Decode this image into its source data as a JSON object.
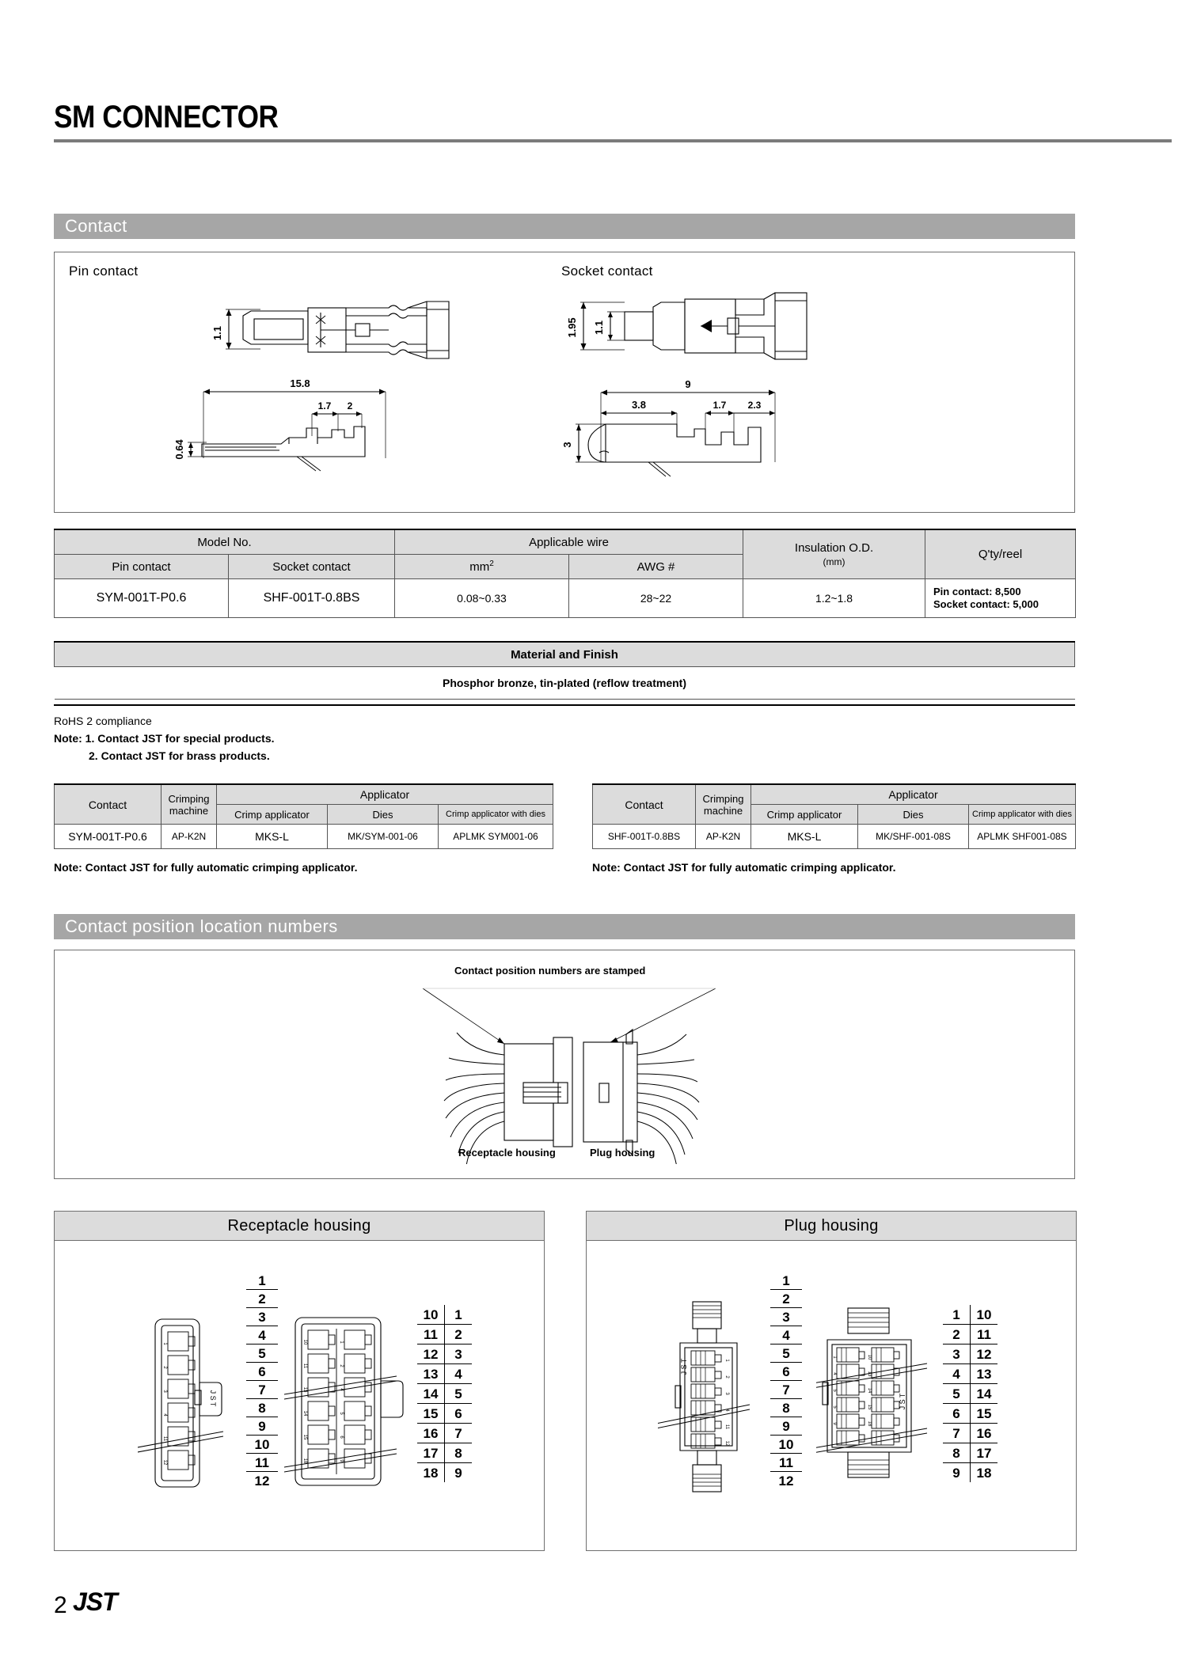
{
  "page": {
    "title": "SM CONNECTOR",
    "footer_page_number": "2",
    "footer_logo": "JST"
  },
  "contact_section": {
    "header": "Contact",
    "pin_contact_label": "Pin contact",
    "socket_contact_label": "Socket contact",
    "pin_dims": {
      "height_top": "1.1",
      "length": "15.8",
      "height_side": "0.64",
      "tab_a": "1.7",
      "tab_b": "2"
    },
    "socket_dims": {
      "height_outer": "1.95",
      "height_inner": "1.1",
      "length": "9",
      "seg_a": "3.8",
      "seg_b": "1.7",
      "seg_c": "2.3",
      "height_side": "3"
    }
  },
  "spec_table": {
    "group_headers": {
      "model_no": "Model No.",
      "applicable_wire": "Applicable wire",
      "insulation_od": "Insulation O.D.",
      "insulation_od_unit": "(mm)",
      "qty_reel": "Q'ty/reel"
    },
    "sub_headers": {
      "pin_contact": "Pin contact",
      "socket_contact": "Socket contact",
      "mm2": "mm",
      "mm2_sup": "2",
      "awg": "AWG #"
    },
    "row": {
      "pin_contact": "SYM-001T-P0.6",
      "socket_contact": "SHF-001T-0.8BS",
      "mm2": "0.08~0.33",
      "awg": "28~22",
      "insulation_od": "1.2~1.8",
      "qty_pin": "Pin contact: 8,500",
      "qty_socket": "Socket contact: 5,000"
    }
  },
  "material_table": {
    "header": "Material and Finish",
    "value": "Phosphor bronze, tin-plated (reflow treatment)"
  },
  "notes": {
    "rohs": "RoHS 2 compliance",
    "note1": "Note: 1. Contact JST for special products.",
    "note2": "2. Contact JST for brass products."
  },
  "applicator_left": {
    "headers": {
      "contact": "Contact",
      "crimping_machine_1": "Crimping",
      "crimping_machine_2": "machine",
      "applicator": "Applicator",
      "crimp_applicator": "Crimp applicator",
      "dies": "Dies",
      "crimp_applicator_with_dies": "Crimp applicator with dies"
    },
    "row": {
      "contact": "SYM-001T-P0.6",
      "crimping_machine": "AP-K2N",
      "crimp_applicator": "MKS-L",
      "dies": "MK/SYM-001-06",
      "crimp_applicator_with_dies": "APLMK SYM001-06"
    },
    "note": "Note: Contact JST for fully automatic crimping applicator."
  },
  "applicator_right": {
    "headers": {
      "contact": "Contact",
      "crimping_machine_1": "Crimping",
      "crimping_machine_2": "machine",
      "applicator": "Applicator",
      "crimp_applicator": "Crimp applicator",
      "dies": "Dies",
      "crimp_applicator_with_dies": "Crimp applicator with dies"
    },
    "row": {
      "contact": "SHF-001T-0.8BS",
      "crimping_machine": "AP-K2N",
      "crimp_applicator": "MKS-L",
      "dies": "MK/SHF-001-08S",
      "crimp_applicator_with_dies": "APLMK SHF001-08S"
    },
    "note": "Note: Contact JST for fully automatic crimping applicator."
  },
  "position_section": {
    "header": "Contact position location numbers",
    "callout": "Contact position numbers are stamped",
    "label_receptacle": "Receptacle housing",
    "label_plug": "Plug housing"
  },
  "receptacle_panel": {
    "title": "Receptacle housing",
    "single_row_numbers": [
      "1",
      "2",
      "3",
      "4",
      "5",
      "6",
      "7",
      "8",
      "9",
      "10",
      "11",
      "12"
    ],
    "double_row_numbers": [
      [
        "10",
        "1"
      ],
      [
        "11",
        "2"
      ],
      [
        "12",
        "3"
      ],
      [
        "13",
        "4"
      ],
      [
        "14",
        "5"
      ],
      [
        "15",
        "6"
      ],
      [
        "16",
        "7"
      ],
      [
        "17",
        "8"
      ],
      [
        "18",
        "9"
      ]
    ],
    "brand_mark": "JST"
  },
  "plug_panel": {
    "title": "Plug housing",
    "single_row_numbers": [
      "1",
      "2",
      "3",
      "4",
      "5",
      "6",
      "7",
      "8",
      "9",
      "10",
      "11",
      "12"
    ],
    "double_row_numbers": [
      [
        "1",
        "10"
      ],
      [
        "2",
        "11"
      ],
      [
        "3",
        "12"
      ],
      [
        "4",
        "13"
      ],
      [
        "5",
        "14"
      ],
      [
        "6",
        "15"
      ],
      [
        "7",
        "16"
      ],
      [
        "8",
        "17"
      ],
      [
        "9",
        "18"
      ]
    ],
    "brand_mark": "JST"
  },
  "colors": {
    "section_bar": "#a6a6a6",
    "table_header": "#dcdcdc",
    "rule": "#7b7b7b",
    "border": "#6f6f6f"
  }
}
